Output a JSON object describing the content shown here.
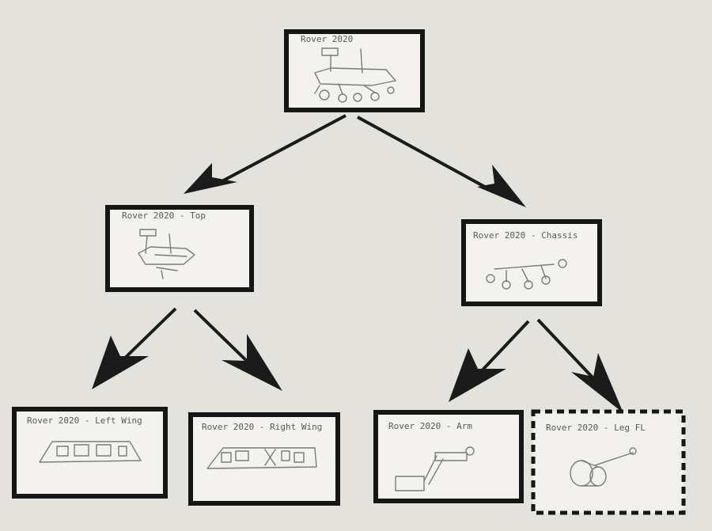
{
  "diagram": {
    "nodes": [
      {
        "id": "root",
        "label": "Rover 2020"
      },
      {
        "id": "top",
        "label": "Rover 2020 - Top"
      },
      {
        "id": "chassis",
        "label": "Rover 2020 - Chassis"
      },
      {
        "id": "left-wing",
        "label": "Rover 2020 - Left Wing"
      },
      {
        "id": "right-wing",
        "label": "Rover 2020 - Right Wing"
      },
      {
        "id": "arm",
        "label": "Rover 2020 - Arm"
      },
      {
        "id": "leg-fl",
        "label": "Rover 2020 - Leg FL"
      }
    ],
    "edges": [
      {
        "from": "root",
        "to": "top"
      },
      {
        "from": "root",
        "to": "chassis"
      },
      {
        "from": "top",
        "to": "left-wing"
      },
      {
        "from": "top",
        "to": "right-wing"
      },
      {
        "from": "chassis",
        "to": "arm"
      },
      {
        "from": "chassis",
        "to": "leg-fl"
      }
    ],
    "colors": {
      "paper": "#e4e2dc",
      "ink": "#161616",
      "pencil": "#7b7b7b"
    }
  }
}
